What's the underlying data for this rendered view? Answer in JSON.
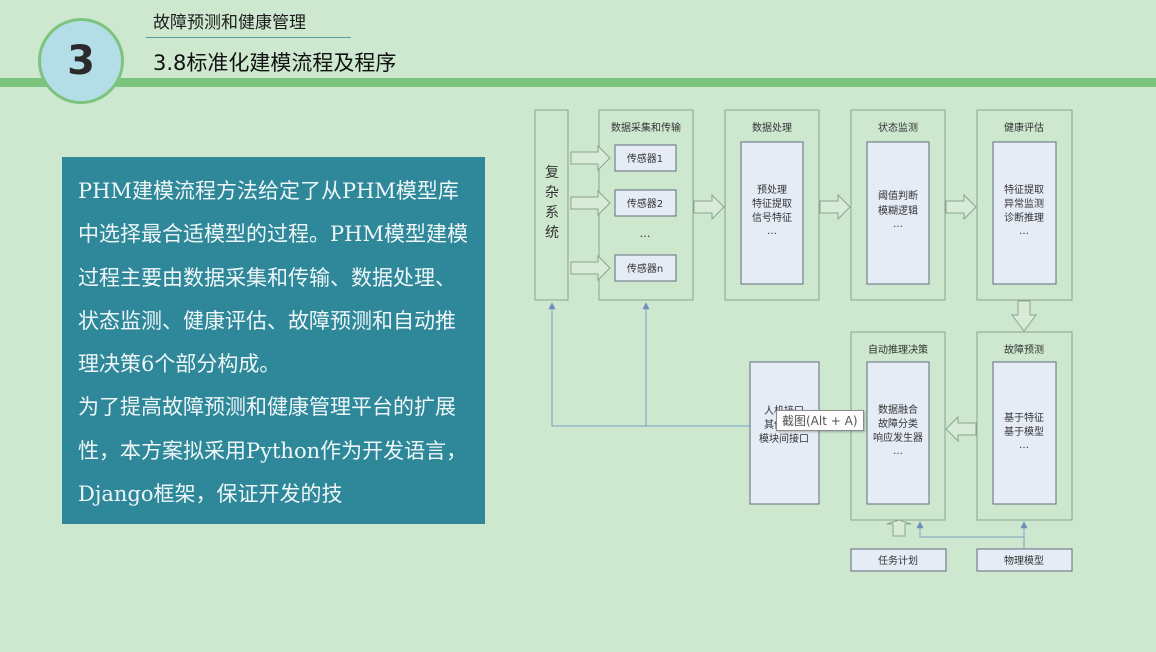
{
  "header": {
    "section_number": "3",
    "subtitle": "故障预测和健康管理",
    "title": "3.8标准化建模流程及程序"
  },
  "textbox": {
    "paragraph1": "PHM建模流程方法给定了从PHM模型库中选择最合适模型的过程。PHM模型建模过程主要由数据采集和传输、数据处理、状态监测、健康评估、故障预测和自动推理决策6个部分构成。",
    "paragraph2": "为了提高故障预测和健康管理平台的扩展性，本方案拟采用Python作为开发语言，Django框架，保证开发的技"
  },
  "diagram": {
    "complex_system": [
      "复",
      "杂",
      "系",
      "统"
    ],
    "acquisition": {
      "label": "数据采集和传输",
      "sensors": [
        "传感器1",
        "传感器2",
        "…",
        "传感器n"
      ]
    },
    "processing": {
      "label": "数据处理",
      "lines": [
        "预处理",
        "特征提取",
        "信号特征",
        "…"
      ]
    },
    "monitoring": {
      "label": "状态监测",
      "lines": [
        "阈值判断",
        "模糊逻辑",
        "…"
      ]
    },
    "health": {
      "label": "健康评估",
      "lines": [
        "特征提取",
        "异常监测",
        "诊断推理",
        "…"
      ]
    },
    "prognosis": {
      "label": "故障预测",
      "lines": [
        "基于特征",
        "基于模型",
        "…"
      ]
    },
    "decision": {
      "label": "自动推理决策",
      "lines": [
        "数据融合",
        "故障分类",
        "响应发生器",
        "…"
      ]
    },
    "interface": {
      "lines": [
        "人机接口",
        "其他系统",
        "模块间接口"
      ]
    },
    "task_plan": "任务计划",
    "physical_model": "物理模型"
  },
  "tooltip": {
    "text": "截图(Alt + A)"
  },
  "colors": {
    "background": "#cde8cf",
    "band": "#7cc47e",
    "circle": "#b4dee7",
    "textbox": "#2e8899",
    "diagram_box_fill": "#e6ecf6",
    "arrow_line": "#6f8ec0"
  }
}
